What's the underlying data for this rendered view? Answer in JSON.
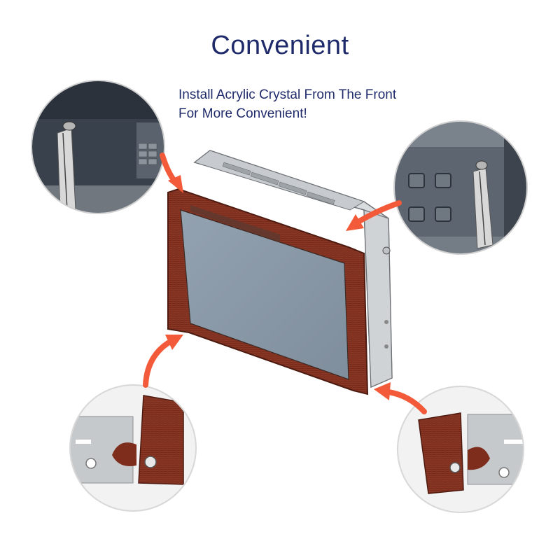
{
  "heading": {
    "title": "Convenient",
    "lines": [
      "Install Acrylic Crystal From The Front",
      "For More Convenient!"
    ]
  },
  "colors": {
    "title_text": "#1f2a6b",
    "arrow": "#f25a3a",
    "frame_wood": "#7a2c1c",
    "glass": "#8a99a8",
    "housing_metal": "#d6d9dc"
  },
  "callouts": [
    {
      "position": "top-left",
      "depicts": "screwdriver-at-top-corner"
    },
    {
      "position": "top-right",
      "depicts": "screwdriver-at-top-corner"
    },
    {
      "position": "bottom-left",
      "depicts": "frame-hinge-latch"
    },
    {
      "position": "bottom-right",
      "depicts": "frame-hinge-latch"
    }
  ]
}
